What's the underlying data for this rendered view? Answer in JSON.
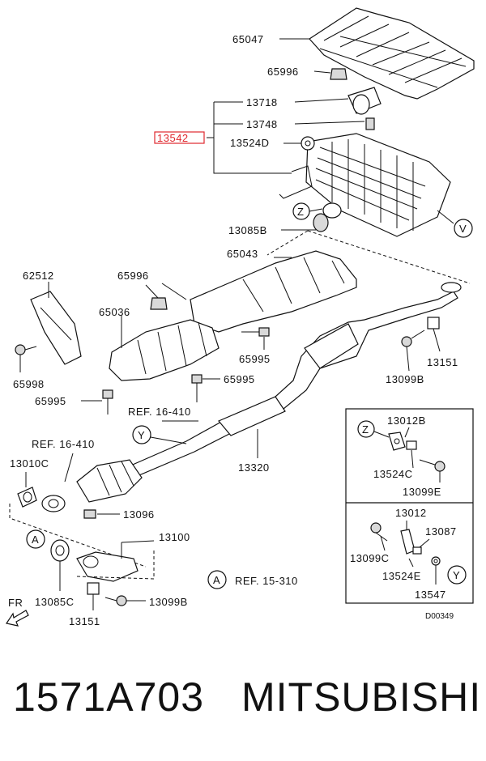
{
  "labels": {
    "p65047": "65047",
    "p65996a": "65996",
    "p13718": "13718",
    "p13748": "13748",
    "p13542": "13542",
    "p13524D": "13524D",
    "p13085B": "13085B",
    "p65043": "65043",
    "p62512": "62512",
    "p65996b": "65996",
    "p65036": "65036",
    "p65995a": "65995",
    "p65995b": "65995",
    "p65995c": "65995",
    "p65998": "65998",
    "p13151a": "13151",
    "p13099B_a": "13099B",
    "ref16410a": "REF. 16-410",
    "ref16410b": "REF. 16-410",
    "p13320": "13320",
    "p13010C": "13010C",
    "p13096": "13096",
    "p13100": "13100",
    "ref15310": "REF. 15-310",
    "p13085C": "13085C",
    "p13151b": "13151",
    "p13099B_b": "13099B",
    "fr": "FR",
    "p13012B": "13012B",
    "p13524C": "13524C",
    "p13099E": "13099E",
    "p13012": "13012",
    "p13087": "13087",
    "p13099C": "13099C",
    "p13524E": "13524E",
    "p13547": "13547",
    "code": "D00349"
  },
  "callouts": {
    "Z": "Z",
    "V": "V",
    "Y": "Y",
    "A": "A"
  },
  "footer": {
    "part_number": "1571A703",
    "brand": "MITSUBISHI"
  },
  "colors": {
    "highlight": "#e0282e",
    "ink": "#111111"
  }
}
